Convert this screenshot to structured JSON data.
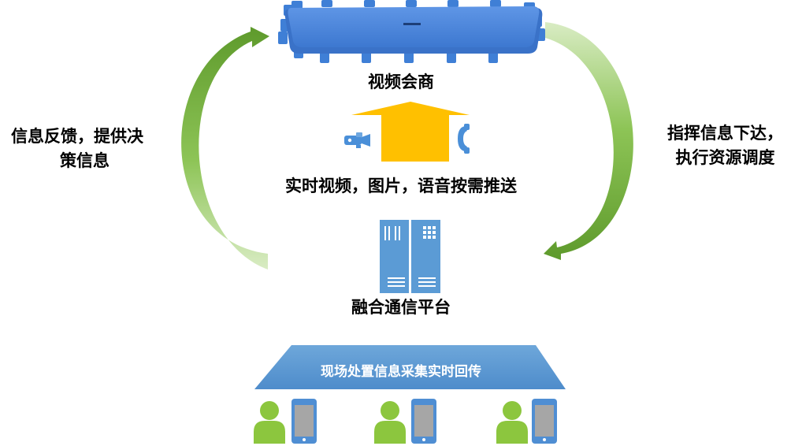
{
  "nodes": {
    "video_conference": "视频会商",
    "platform": "融合通信平台"
  },
  "labels": {
    "push": "实时视频，图片，语音按需推送",
    "feedback_line1": "信息反馈，提供决",
    "feedback_line2": "策信息",
    "command_line1": "指挥信息下达，",
    "command_line2": "执行资源调度",
    "field_banner": "现场处置信息采集实时回传"
  },
  "colors": {
    "arrow_green": "#6aa334",
    "push_arrow": "#ffc000",
    "device_blue": "#4f8ed3",
    "banner_blue": "#5b9bd5",
    "person_green": "#8cc63e"
  },
  "icons": [
    "video-camera-icon",
    "telephone-icon",
    "server-icon",
    "person-icon",
    "smartphone-icon"
  ]
}
